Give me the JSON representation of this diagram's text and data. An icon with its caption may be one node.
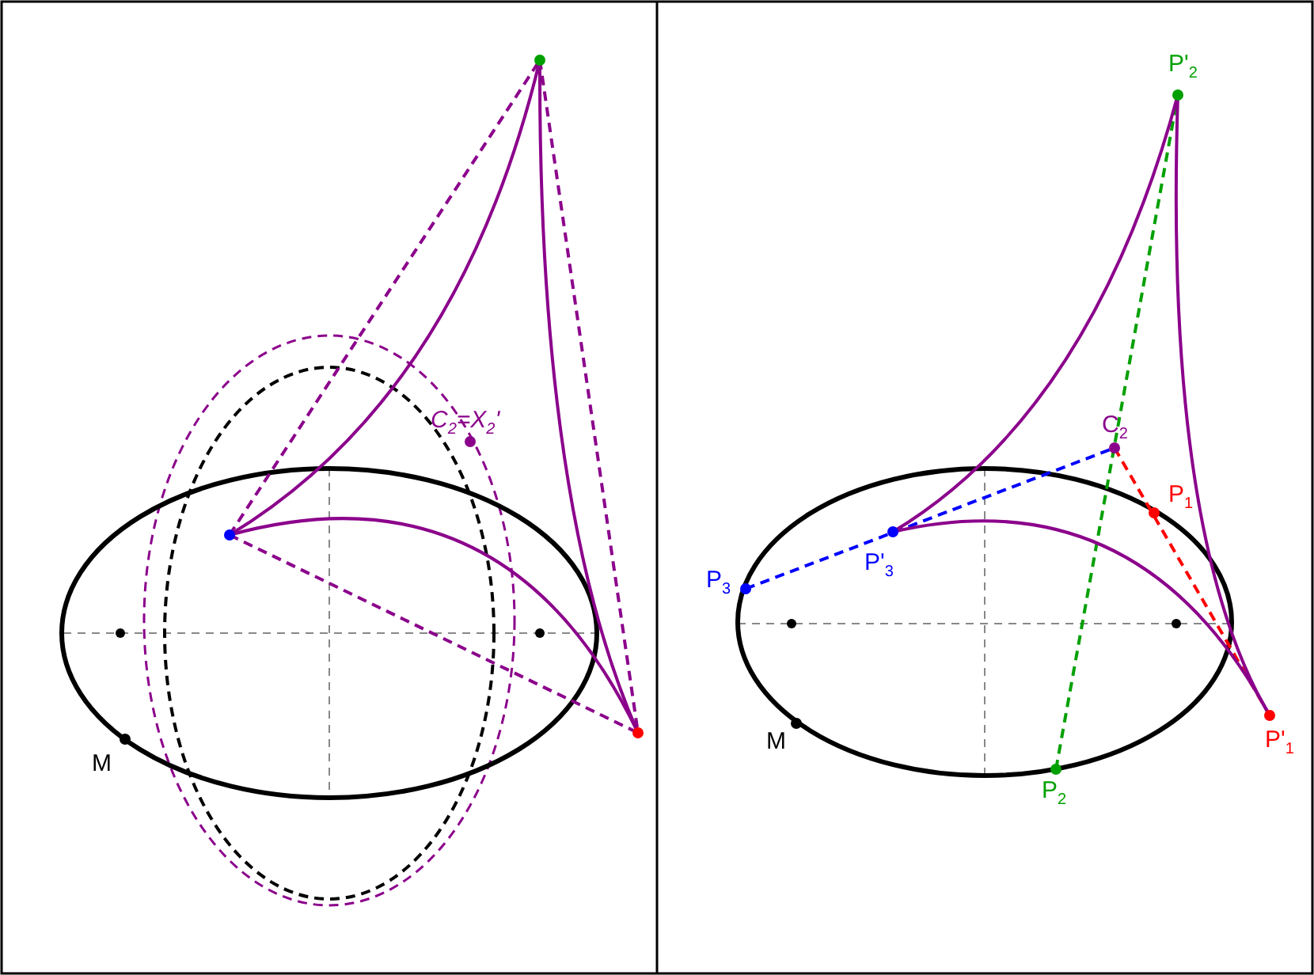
{
  "diagram": {
    "labels": [
      "P'$_{2}$",
      "C$_{2}$=X$_{2}$'",
      "C$_{2}$",
      "P$_{1}$",
      "P'$_{3}$",
      "P$_{3}$",
      "M",
      "P'$_{1}$",
      "M",
      "P$_{2}$"
    ]
  }
}
